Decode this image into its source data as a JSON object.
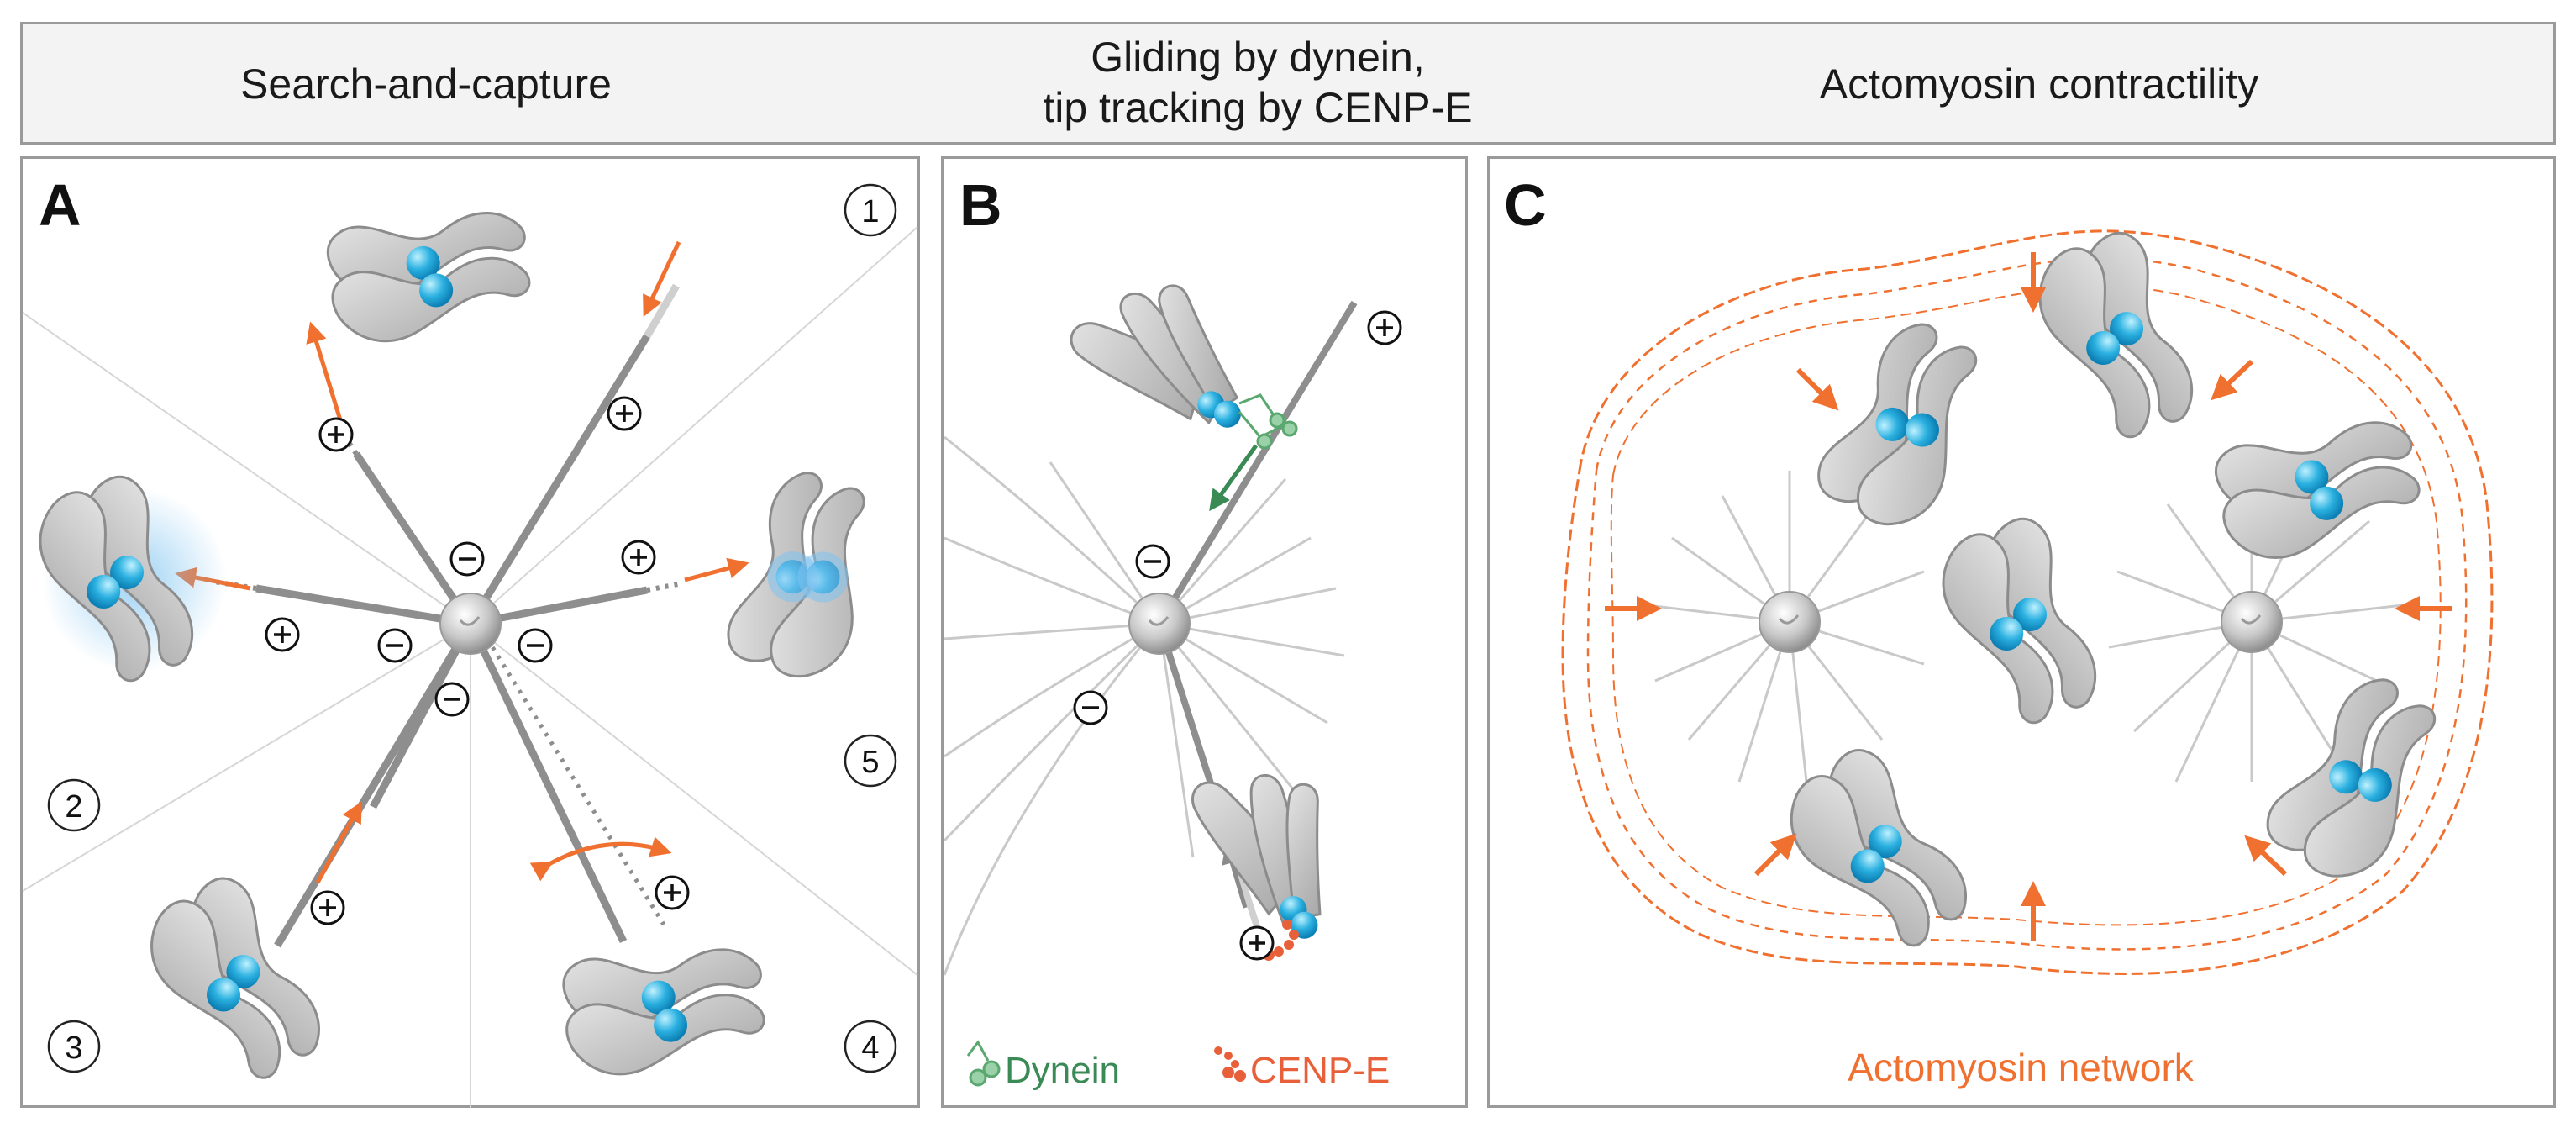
{
  "header": {
    "col_a": "Search-and-capture",
    "col_b_line1": "Gliding by dynein,",
    "col_b_line2": "tip tracking by CENP-E",
    "col_c": "Actomyosin contractility"
  },
  "panels": {
    "a": {
      "label": "A",
      "sectors": [
        "1",
        "2",
        "3",
        "4",
        "5"
      ]
    },
    "b": {
      "label": "B",
      "legend": {
        "dynein": "Dynein",
        "cenpe": "CENP-E"
      }
    },
    "c": {
      "label": "C",
      "network_label": "Actomyosin network"
    }
  },
  "symbols": {
    "plus": "+",
    "minus": "−"
  },
  "colors": {
    "arrow": "#f07030",
    "kinetochore": "#2ab0e0",
    "chromosome": "#b8b8b8",
    "dynein": "#5aa870",
    "cenpe": "#e8603a",
    "network": "#f07030",
    "frame": "#9a9a9a",
    "header_bg": "#f3f3f3"
  }
}
